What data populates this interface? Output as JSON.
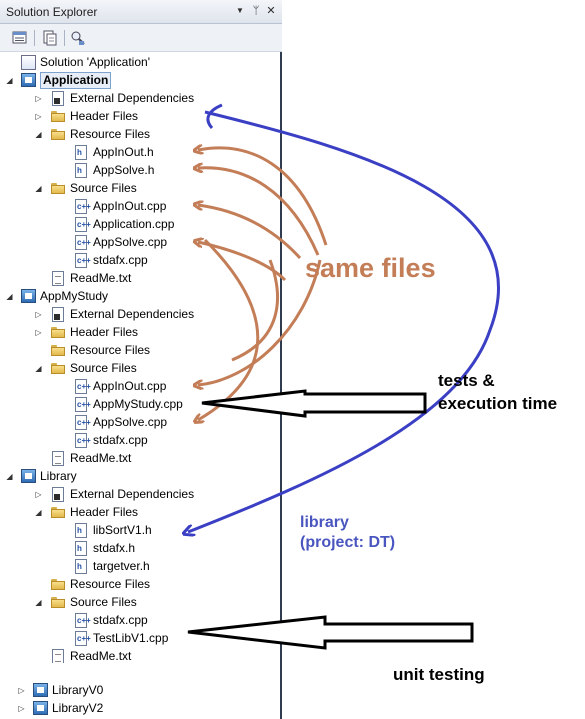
{
  "panel": {
    "title": "Solution Explorer",
    "title_buttons": {
      "dropdown": "▼",
      "pin": "ᛘ",
      "close": "✕"
    }
  },
  "toolbar": {
    "items": [
      {
        "name": "properties-icon"
      },
      {
        "name": "show-all-files-icon"
      },
      {
        "name": "view-class-diagram-icon"
      }
    ]
  },
  "tree": {
    "solution": "Solution 'Application'",
    "projects": [
      {
        "name": "Application",
        "selected": true,
        "children": [
          {
            "type": "extdep",
            "label": "External Dependencies",
            "collapsed": true
          },
          {
            "type": "folder",
            "label": "Header Files",
            "collapsed": true
          },
          {
            "type": "folder",
            "label": "Resource Files",
            "expanded": true,
            "files": [
              {
                "type": "h",
                "label": "AppInOut.h"
              },
              {
                "type": "h",
                "label": "AppSolve.h"
              }
            ]
          },
          {
            "type": "folder",
            "label": "Source Files",
            "expanded": true,
            "files": [
              {
                "type": "cpp",
                "label": "AppInOut.cpp"
              },
              {
                "type": "cpp",
                "label": "Application.cpp"
              },
              {
                "type": "cpp",
                "label": "AppSolve.cpp"
              },
              {
                "type": "cpp",
                "label": "stdafx.cpp"
              }
            ]
          },
          {
            "type": "txt",
            "label": "ReadMe.txt"
          }
        ]
      },
      {
        "name": "AppMyStudy",
        "children": [
          {
            "type": "extdep",
            "label": "External Dependencies",
            "collapsed": true
          },
          {
            "type": "folder",
            "label": "Header Files",
            "collapsed": true
          },
          {
            "type": "folder",
            "label": "Resource Files"
          },
          {
            "type": "folder",
            "label": "Source Files",
            "expanded": true,
            "files": [
              {
                "type": "cpp",
                "label": "AppInOut.cpp"
              },
              {
                "type": "cpp",
                "label": "AppMyStudy.cpp"
              },
              {
                "type": "cpp",
                "label": "AppSolve.cpp"
              },
              {
                "type": "cpp",
                "label": "stdafx.cpp"
              }
            ]
          },
          {
            "type": "txt",
            "label": "ReadMe.txt"
          }
        ]
      },
      {
        "name": "Library",
        "children": [
          {
            "type": "extdep",
            "label": "External Dependencies",
            "collapsed": true
          },
          {
            "type": "folder",
            "label": "Header Files",
            "expanded": true,
            "files": [
              {
                "type": "h",
                "label": "libSortV1.h"
              },
              {
                "type": "h",
                "label": "stdafx.h"
              },
              {
                "type": "h",
                "label": "targetver.h"
              }
            ]
          },
          {
            "type": "folder",
            "label": "Resource Files"
          },
          {
            "type": "folder",
            "label": "Source Files",
            "expanded": true,
            "files": [
              {
                "type": "cpp",
                "label": "stdafx.cpp"
              },
              {
                "type": "cpp",
                "label": "TestLibV1.cpp"
              }
            ]
          },
          {
            "type": "txt",
            "label": "ReadMe.txt"
          }
        ]
      }
    ],
    "lower_projects": [
      "LibraryV0",
      "LibraryV2"
    ]
  },
  "annotations": {
    "same_files": "same files",
    "tests_line1": "tests &",
    "tests_line2": "execution time",
    "library_line1": "library",
    "library_line2": "(project: DT)",
    "unit_testing": "unit testing"
  },
  "colors": {
    "brown_arrows": "#c37d57",
    "blue_arrow": "#3a3fc4",
    "black_arrows": "#000000",
    "library_text": "#4a56c0"
  }
}
